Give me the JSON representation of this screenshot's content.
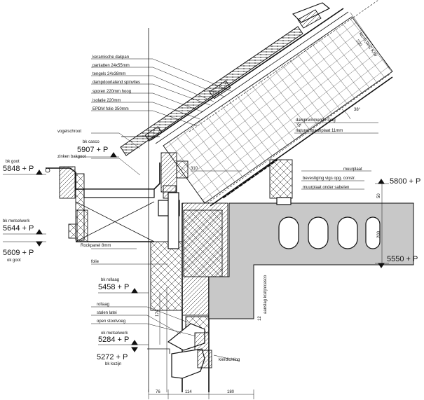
{
  "layer_labels": [
    "keramische dakpan",
    "panlatten 24x55mm",
    "tengels 24x38mm",
    "dampdoorlatend spinvlies",
    "sporen 220mm hoog",
    "isolatie 220mm",
    "EPDM folie 350mm"
  ],
  "side_labels": {
    "vogelschroot": "vogelschroot",
    "zinken_bakgoot": "zinken bakgoot",
    "rockpanel": "Rockpanel 8mm",
    "folie": "folie",
    "rollaag": "rollaag",
    "stalen_latei": "stalen latei",
    "open_stootvoeg": "open stootvoeg",
    "kierdichting": "kierdichting",
    "dampremmende_laag": "dampremmende laag",
    "naturel_spaanplaat": "naturel spaanplaat 11mm",
    "muurplaat": "muurplaat",
    "bevestiging": "bevestiging vlgs opg. constr.",
    "muurplaat_onderslabelen": "muurplaat onder sabelen",
    "aanslag": "aanslag kozijn/casco",
    "rc_value": "Rc=5,0m2 K/W",
    "rc_sub": "220",
    "angle": "38°",
    "dim_15": "15"
  },
  "levels": [
    {
      "sub": "bk casco",
      "value": "5907 + P",
      "sub_below": ""
    },
    {
      "sub": "bk goot",
      "value": "5848 + P",
      "sub_below": ""
    },
    {
      "sub": "bk metselwerk",
      "value": "5644 + P",
      "sub_below": ""
    },
    {
      "sub": "",
      "value": "5609 + P",
      "sub_below": "ok goot"
    },
    {
      "sub": "bk rollaag",
      "value": "5458 + P",
      "sub_below": ""
    },
    {
      "sub": "ok metselwerk",
      "value": "5284 + P",
      "sub_below": ""
    },
    {
      "sub": "",
      "value": "5272 + P",
      "sub_below": "bk kozijn"
    },
    {
      "sub": "",
      "value": "5800 + P",
      "sub_below": ""
    },
    {
      "sub": "",
      "value": "5550 + P",
      "sub_below": ""
    }
  ],
  "dimensions": {
    "d310": "310",
    "d50": "50",
    "d200": "200",
    "d174": "174",
    "d12": "12",
    "bottom": [
      "76",
      "114",
      "180"
    ]
  }
}
